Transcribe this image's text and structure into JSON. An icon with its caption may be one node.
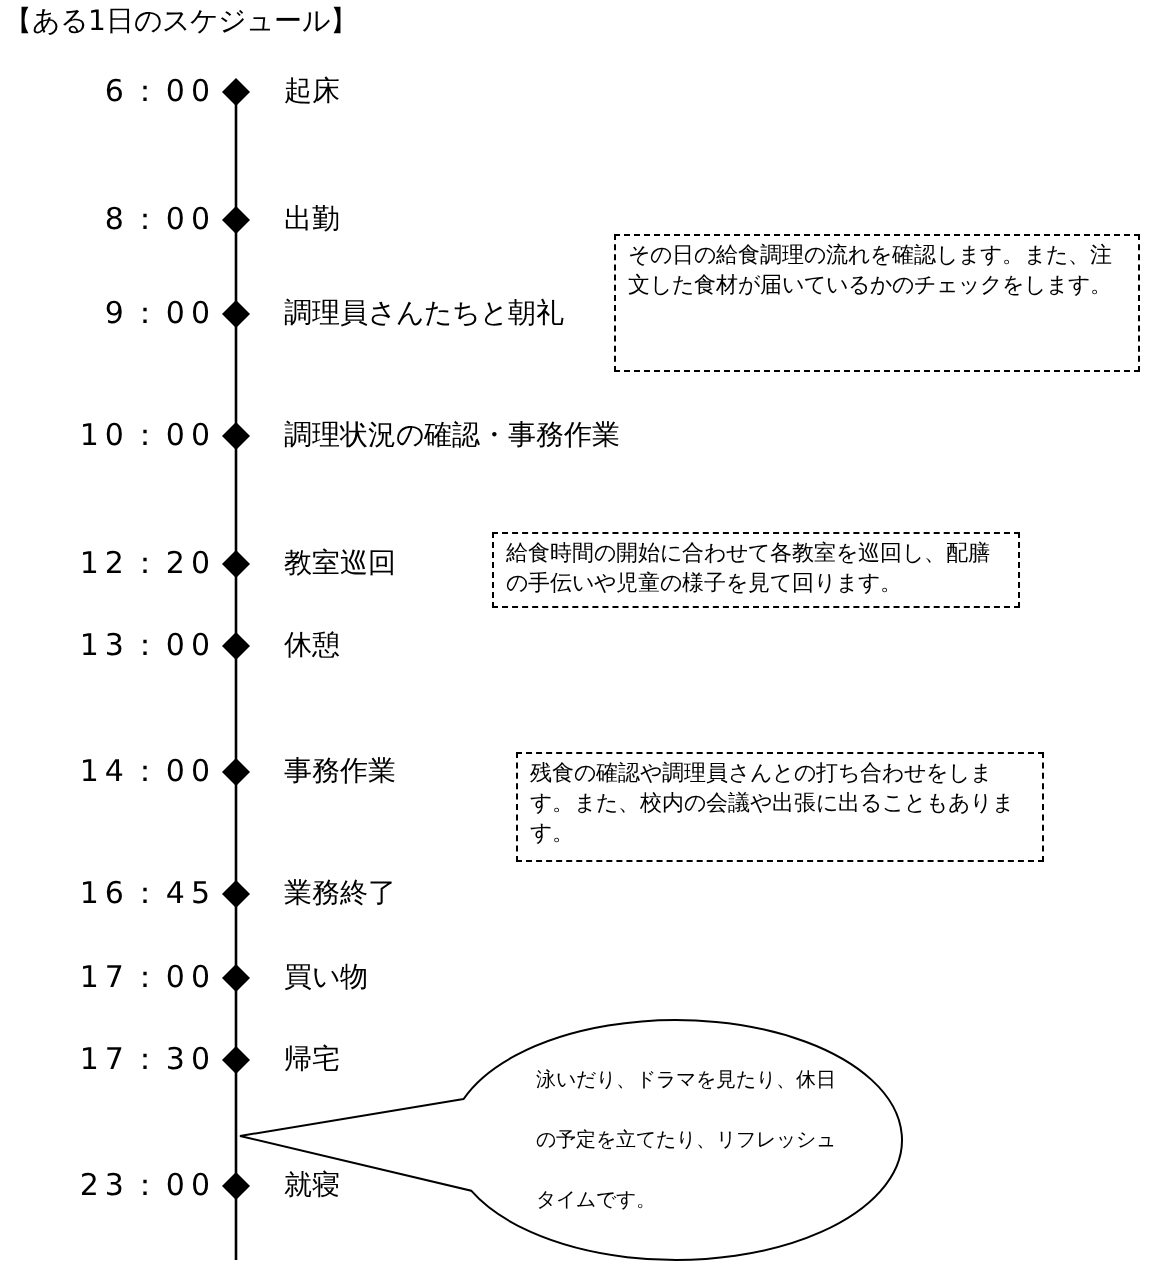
{
  "diagram": {
    "title": "【ある1日のスケジュール】",
    "nodes": [
      {
        "text": [
          "その日の給食調理の流れを確認します。また、注文した食材が届いているかのチェックをします。"
        ]
      },
      {
        "text": [
          "給食時間の開始に合わせて各教室を巡回し、配膳の手伝いや児童の様子を見て回ります。"
        ]
      },
      {
        "text": [
          "残食の確認や調理員さんとの打ち合わせをします。また、校内の会議や出張に出ることもあります。"
        ]
      },
      {
        "text": [
          "泳いだり、ドラマを見たり、休日の予定を立てたり、リフレッシュタイムです。"
        ]
      }
    ],
    "labels": [
      "6：00",
      "起床",
      "8：00",
      "出勤",
      "9：00",
      "調理員さんたちと朝礼",
      "10：00",
      "調理状況の確認・事務作業",
      "12：20",
      "教室巡回",
      "13：00",
      "休憩",
      "14：00",
      "事務作業",
      "16：45",
      "業務終了",
      "17：00",
      "買い物",
      "17：30",
      "帰宅",
      "23：00",
      "就寝"
    ]
  }
}
